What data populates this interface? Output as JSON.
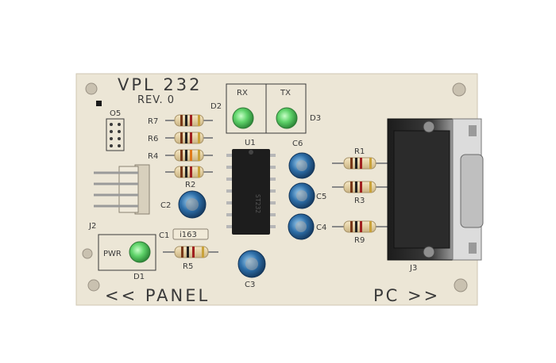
{
  "board": {
    "title": "VPL 232",
    "revision": "REV. 0",
    "footer_left": "<< PANEL",
    "footer_right": "PC >>",
    "header_jp": "O5",
    "cap_marking": "i163",
    "colors": {
      "pcb": "#ece6d6",
      "silkscreen": "#3a3a3a",
      "led": "#5fd36a",
      "capacitor": "#2d6ea8",
      "ic": "#1d1d1d",
      "connector": "#262626"
    }
  },
  "labels": {
    "rx": "RX",
    "tx": "TX",
    "pwr": "PWR",
    "d1": "D1",
    "d2": "D2",
    "d3": "D3",
    "u1": "U1",
    "j2": "J2",
    "j3": "J3",
    "r1": "R1",
    "r2": "R2",
    "r3": "R3",
    "r4": "R4",
    "r5": "R5",
    "r6": "R6",
    "r7": "R7",
    "r9": "R9",
    "c1": "C1",
    "c2": "C2",
    "c3": "C3",
    "c4": "C4",
    "c5": "C5",
    "c6": "C6"
  }
}
